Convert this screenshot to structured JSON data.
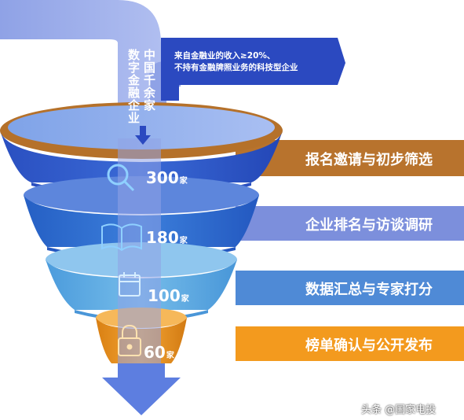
{
  "top_note": {
    "line1": "来自金融业的收入≥20%、",
    "line2": "不持有金融牌照业务的科技型企业"
  },
  "vertical_labels": {
    "left": "数字金融企业",
    "right": "中国千余家"
  },
  "stages": [
    {
      "label": "报名邀请与初步筛选",
      "count": "300",
      "unit": "家",
      "icon": "magnifier-icon"
    },
    {
      "label": "企业排名与访谈调研",
      "count": "180",
      "unit": "家",
      "icon": "book-icon"
    },
    {
      "label": "数据汇总与专家打分",
      "count": "100",
      "unit": "家",
      "icon": "calendar-icon"
    },
    {
      "label": "榜单确认与公开发布",
      "count": "60",
      "unit": "家",
      "icon": "padlock-icon"
    }
  ],
  "colors": {
    "banner1": "#b8732d",
    "banner2": "#7c8fdc",
    "banner3": "#4f8ad6",
    "banner4": "#f39a1e",
    "funnel1": "#2f57c6",
    "funnel2": "#2c67c9",
    "funnel3": "#4b9fdc",
    "funnel4": "#e08b1c",
    "pipe": "#97a8e6",
    "pipe_dark": "#5264c9",
    "note_bg": "#2b49c0"
  },
  "watermark": "头条 @国家电投"
}
